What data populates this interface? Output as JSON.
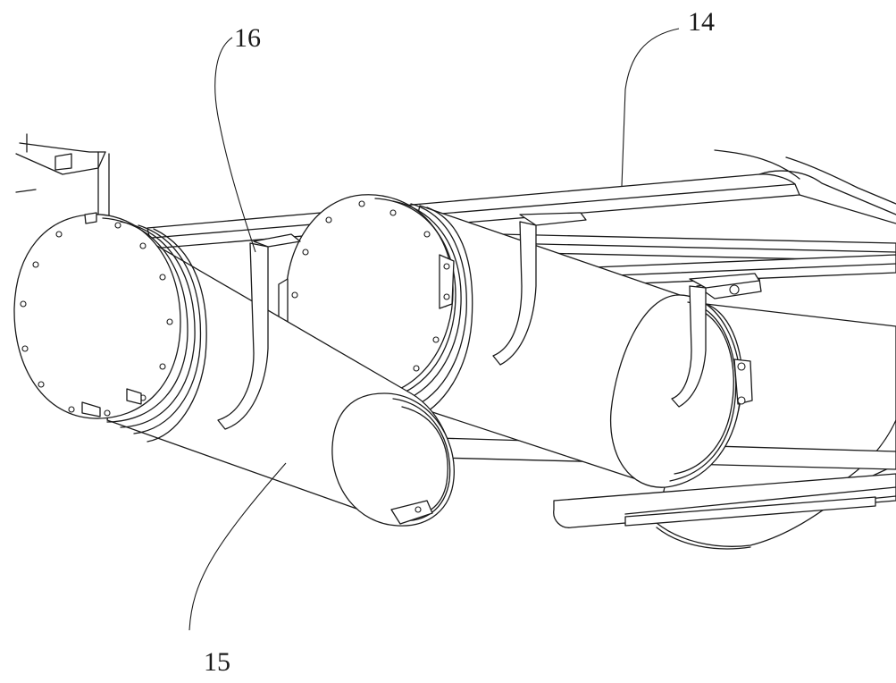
{
  "figure": {
    "callouts": {
      "label_14": "14",
      "label_15": "15",
      "label_16": "16"
    }
  }
}
